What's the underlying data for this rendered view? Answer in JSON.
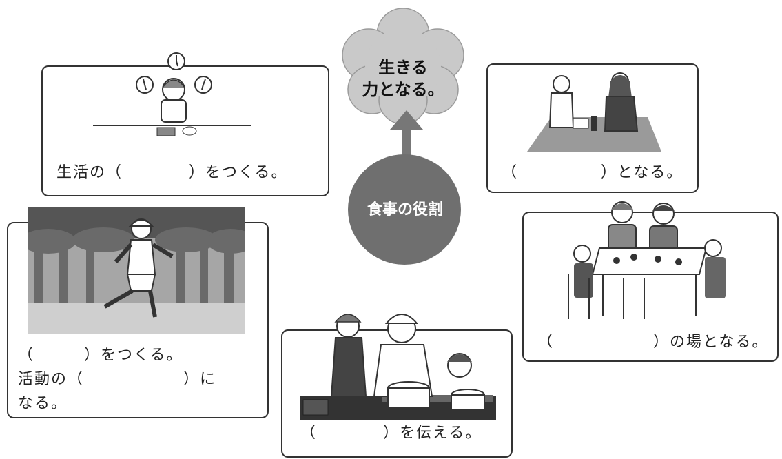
{
  "center": {
    "circle_label": "食事の役割",
    "cloud_line1": "生きる",
    "cloud_line2": "力となる。"
  },
  "cards": {
    "rhythm": {
      "caption": "生活の（　　　　）をつくる。"
    },
    "meal_outdoor": {
      "caption": "（　　　　　）となる。"
    },
    "running": {
      "line1": "（　　　）をつくる。",
      "line2": "活動の（　　　　　　）に",
      "line3": "なる。"
    },
    "cooking": {
      "caption": "（　　　　）を伝える。"
    },
    "family": {
      "caption": "（　　　　　　）の場となる。"
    }
  },
  "colors": {
    "circle": "#6f6f6f",
    "cloud": "#c8c8c8",
    "forest": "#9a9a9a",
    "border": "#333333"
  }
}
